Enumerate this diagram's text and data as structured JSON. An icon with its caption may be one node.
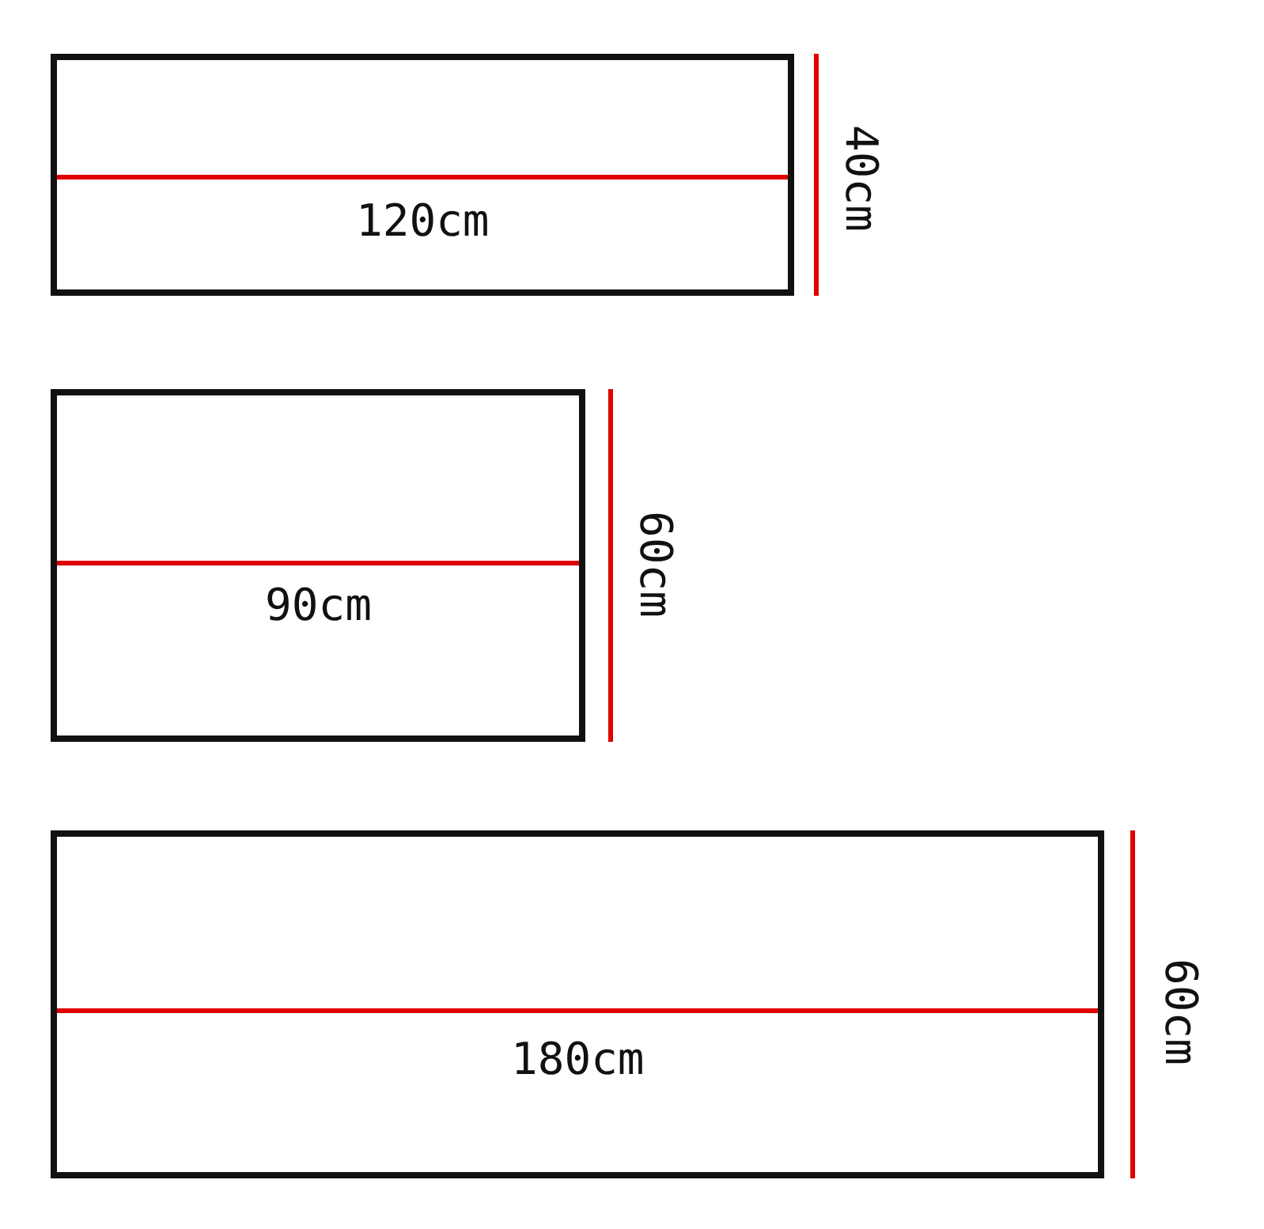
{
  "diagram": {
    "nodes": [
      {
        "text": [
          "120cm"
        ],
        "beside": [
          "40cm"
        ]
      },
      {
        "text": [
          "90cm"
        ],
        "beside": [
          "60cm"
        ]
      },
      {
        "text": [
          "180cm"
        ],
        "beside": [
          "60cm"
        ]
      }
    ],
    "edges": []
  }
}
